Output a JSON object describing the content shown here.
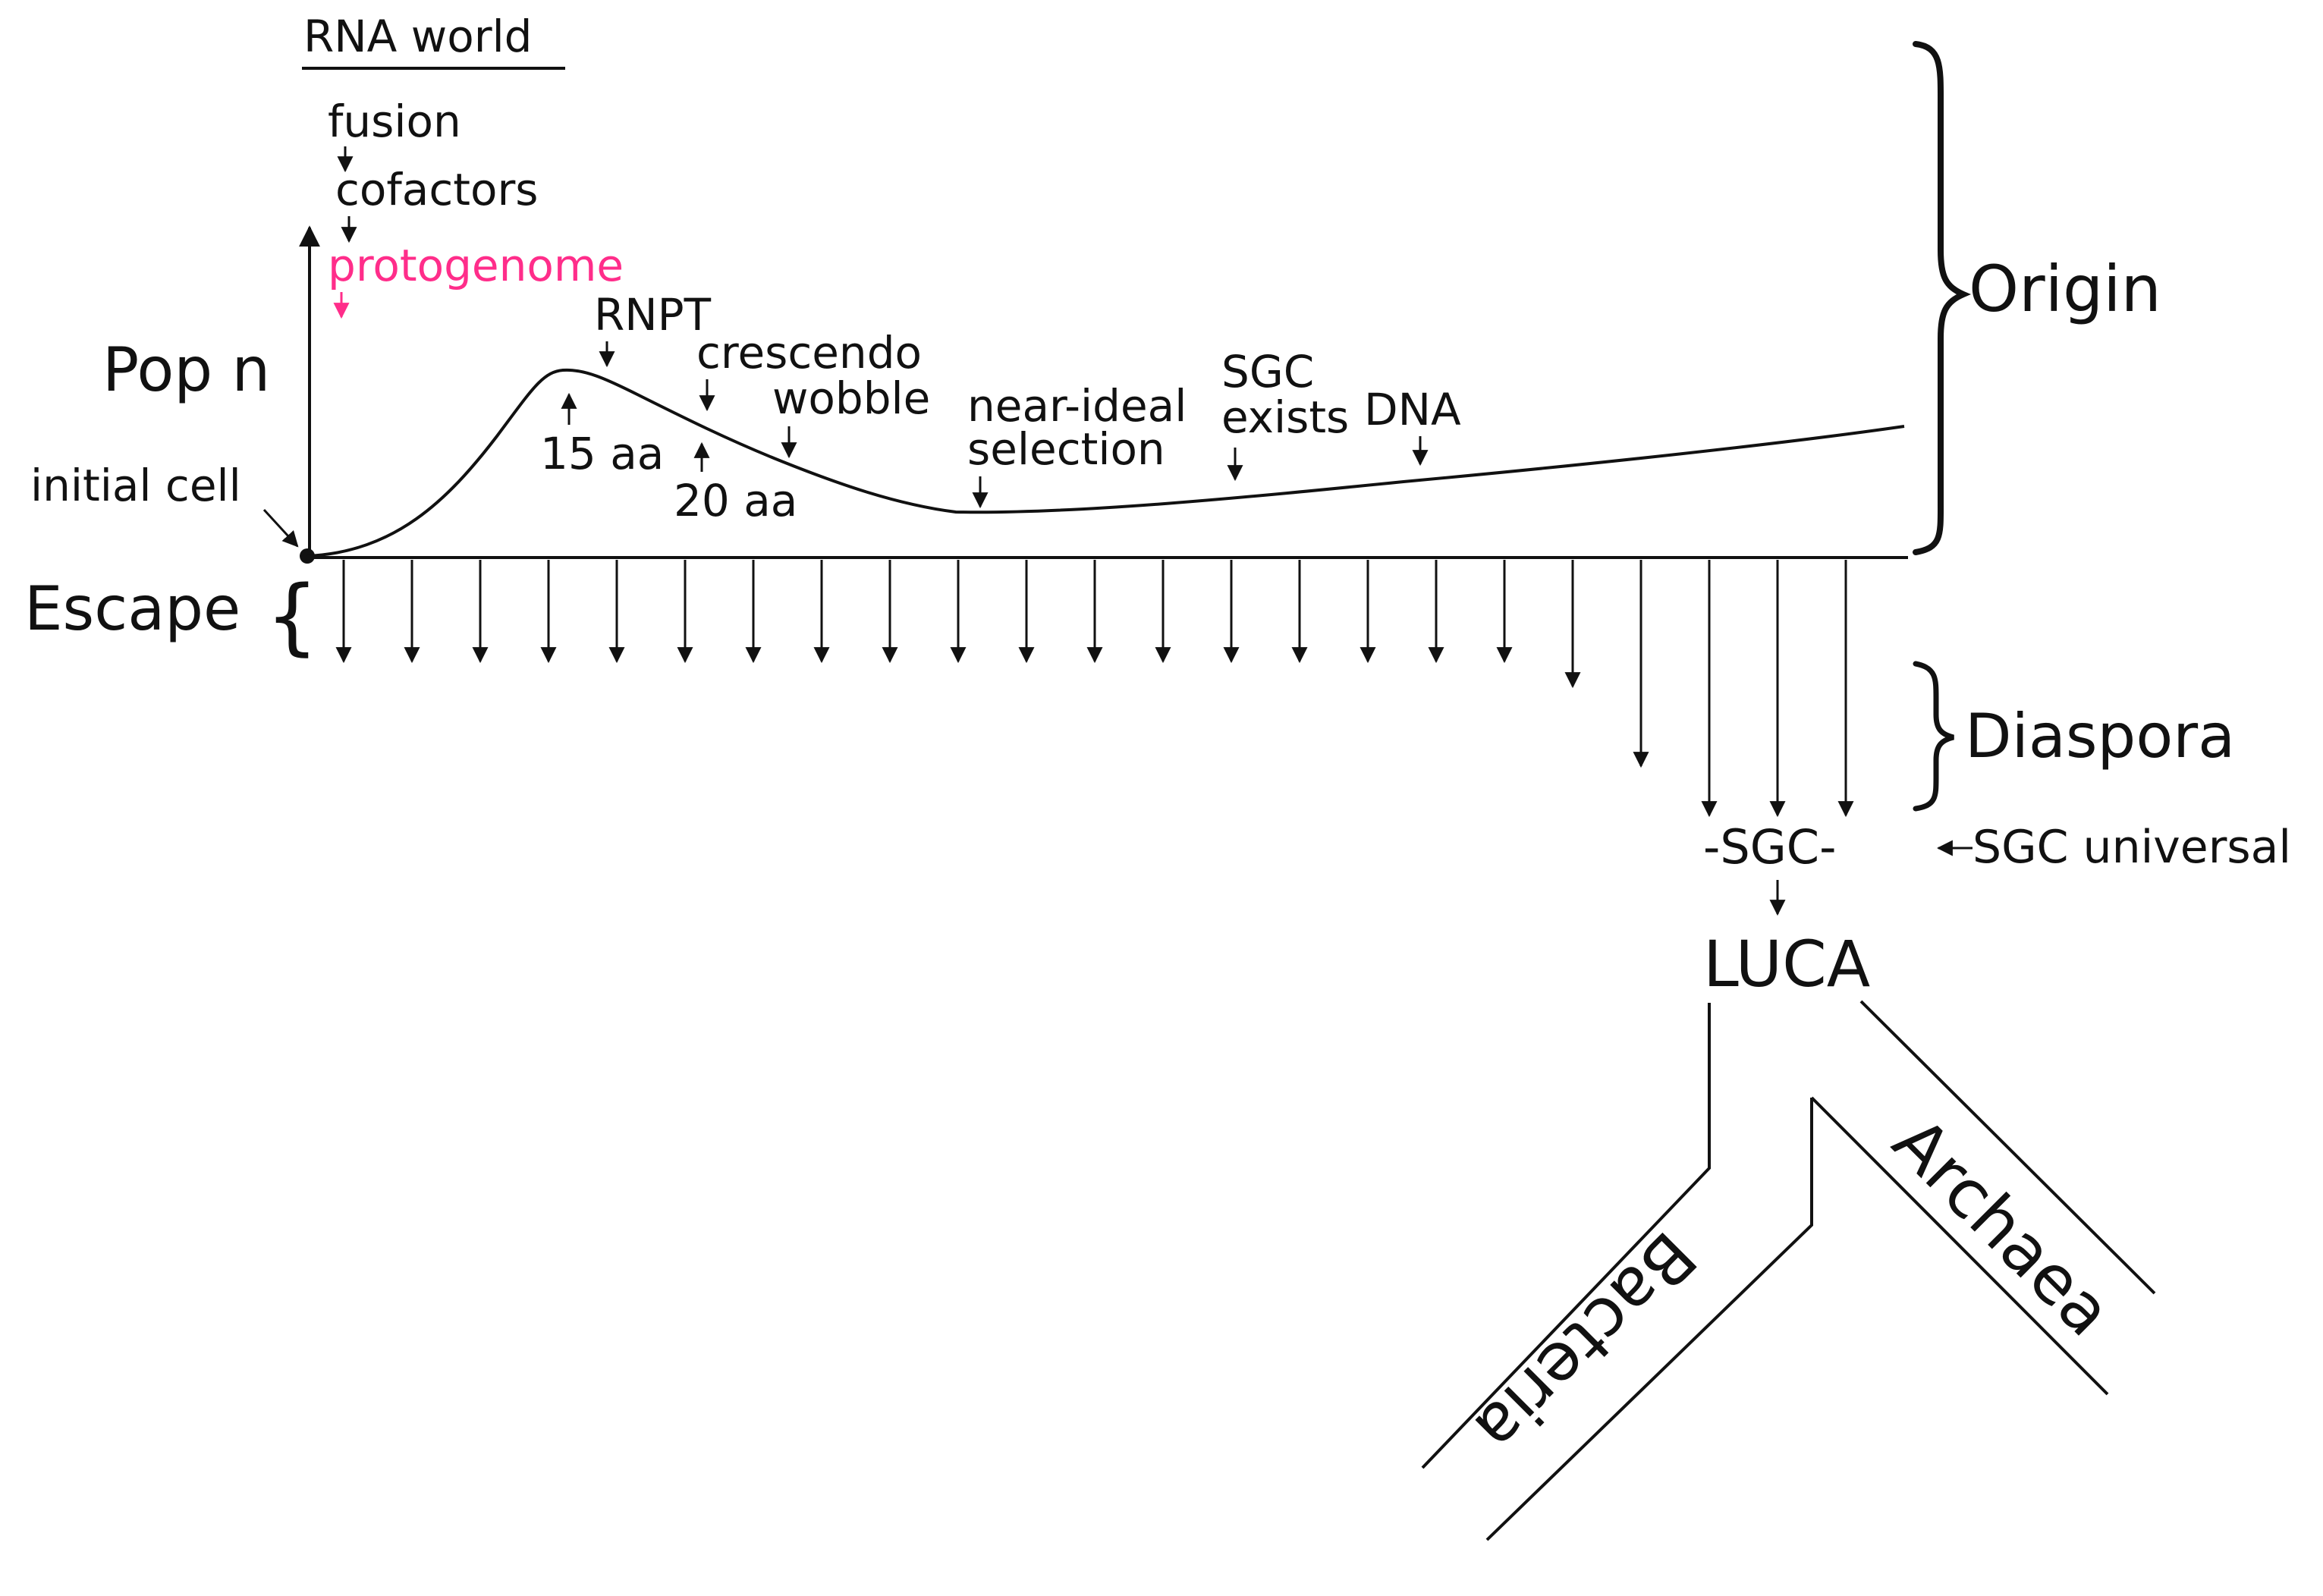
{
  "header": {
    "rna_world": "RNA world"
  },
  "timeline_labels": {
    "fusion": "fusion",
    "cofactors": "cofactors",
    "protogenome": "protogenome",
    "rnpt": "RNPT",
    "crescendo": "crescendo",
    "wobble": "wobble",
    "near_ideal": "near-ideal",
    "selection": "selection",
    "sgc": "SGC",
    "exists": "exists",
    "dna": "DNA",
    "aa15": "15 aa",
    "aa20": "20 aa"
  },
  "left_labels": {
    "pop_n": "Pop n",
    "initial_cell": "initial cell",
    "escape": "Escape",
    "escape_brace": "{"
  },
  "right_labels": {
    "origin": "Origin",
    "diaspora": "Diaspora",
    "sgc_universal": "SGC universal"
  },
  "bottom": {
    "sgc_node": "-SGC-",
    "luca": "LUCA",
    "bacteria": "Bacteria",
    "archaea": "Archaea"
  },
  "colors": {
    "ink": "#111111",
    "protogenome": "#ff2d8a",
    "background": "#ffffff"
  }
}
